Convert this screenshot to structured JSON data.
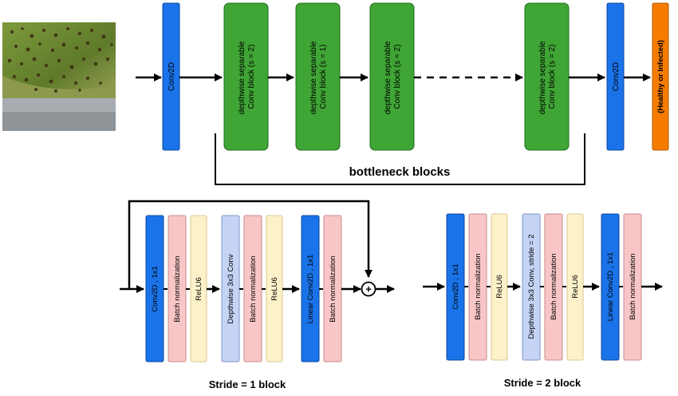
{
  "top_row": {
    "conv_in": "Conv2D",
    "blocks": [
      "depthwise separable Conv block (s = 2)",
      "depthwise separable Conv block (s = 1)",
      "depthwise separable Conv block (s = 2)",
      "depthwise separable Conv block (s = 2)"
    ],
    "conv_out": "Conv2D",
    "output": "(Healthy or Infected)",
    "bottleneck_label": "bottleneck blocks"
  },
  "stride1": {
    "layers": [
      "Conv2D , 1x1",
      "Batch normalization",
      "ReLU6",
      "Depthwise 3x3 Conv",
      "Batch normalization",
      "ReLU6",
      "Linear Conv2D , 1x1",
      "Batch normalization"
    ],
    "add_symbol": "+",
    "label": "Stride = 1 block"
  },
  "stride2": {
    "layers": [
      "Conv2D , 1x1",
      "Batch normalization",
      "ReLU6",
      "Depthwise 3x3 Conv, stride = 2",
      "Batch normalization",
      "ReLU6",
      "Linear Conv2D , 1x1",
      "Batch normalization"
    ],
    "label": "Stride = 2 block"
  },
  "colors": {
    "conv_blue": "#1a73e8",
    "green_block": "#3fa535",
    "output_orange": "#f57c00",
    "batchnorm_pink": "#f8c6c6",
    "relu_cream": "#fdf1c9",
    "depthwise_lavender": "#c5d3f5",
    "leaf_green": "#7a8f3a"
  },
  "icons": {
    "input_image": "leaf-photo"
  }
}
